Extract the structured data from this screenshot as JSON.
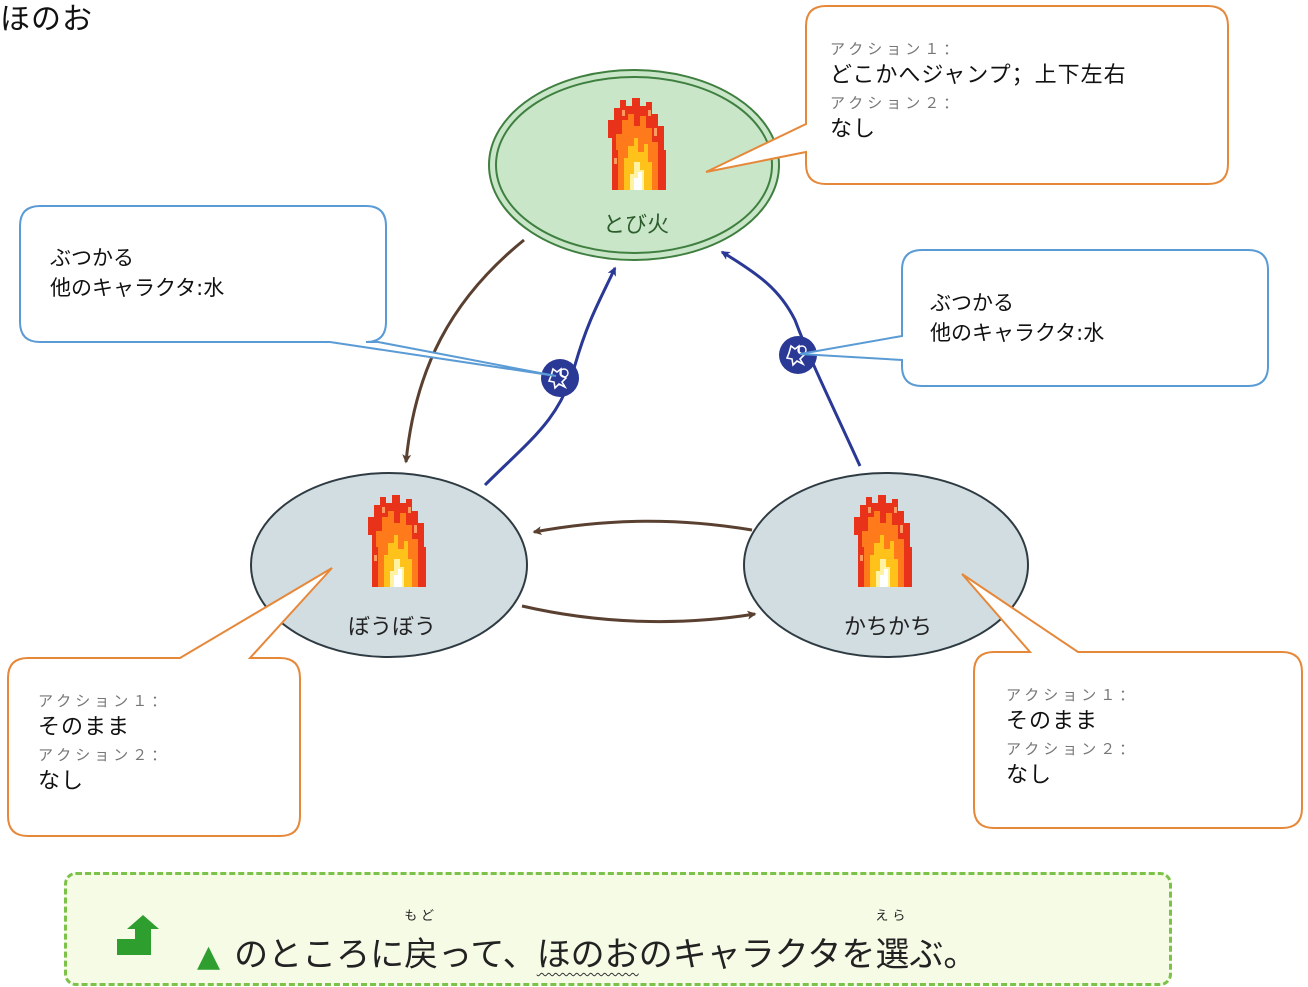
{
  "page_title": "ほのお",
  "states": {
    "tobihi": {
      "label": "とび火"
    },
    "boubou": {
      "label": "ぼうぼう"
    },
    "kachikachi": {
      "label": "かちかち"
    }
  },
  "callouts": {
    "tobihi_actions": {
      "action1_head": "アクション１：",
      "action1_value": "どこかへジャンプ；上下左右",
      "action2_head": "アクション２：",
      "action2_value": "なし"
    },
    "boubou_actions": {
      "action1_head": "アクション１：",
      "action1_value": "そのまま",
      "action2_head": "アクション２：",
      "action2_value": "なし"
    },
    "kachikachi_actions": {
      "action1_head": "アクション１：",
      "action1_value": "そのまま",
      "action2_head": "アクション２：",
      "action2_value": "なし"
    },
    "left_collision": {
      "line1": "ぶつかる",
      "line2": "他のキャラクタ:水"
    },
    "right_collision": {
      "line1": "ぶつかる",
      "line2": "他のキャラクタ:水"
    }
  },
  "footer": {
    "triangle": "▲",
    "text_before": "のところに",
    "word_modoru": "戻",
    "ruby_modoru": "もど",
    "text_middle": "って、",
    "word_honoo": "ほのお",
    "text_after1": "のキャラクタを",
    "word_erabu": "選",
    "ruby_erabu": "えら",
    "text_after2": "ぶ。"
  },
  "colors": {
    "state_active_fill": "#c9e6c9",
    "state_active_stroke": "#3f7f3f",
    "state_fill": "#d2dde2",
    "state_stroke": "#2f3b42",
    "arrow_brown": "#5a4030",
    "arrow_blue": "#2a3896",
    "action_callout_border": "#e6883a",
    "collision_callout_border": "#5b9bd5",
    "footer_border": "#7cc24a",
    "footer_icon": "#2e9e2e"
  },
  "icons": [
    "fire-sprite",
    "collision-event-icon",
    "return-arrow-icon"
  ]
}
